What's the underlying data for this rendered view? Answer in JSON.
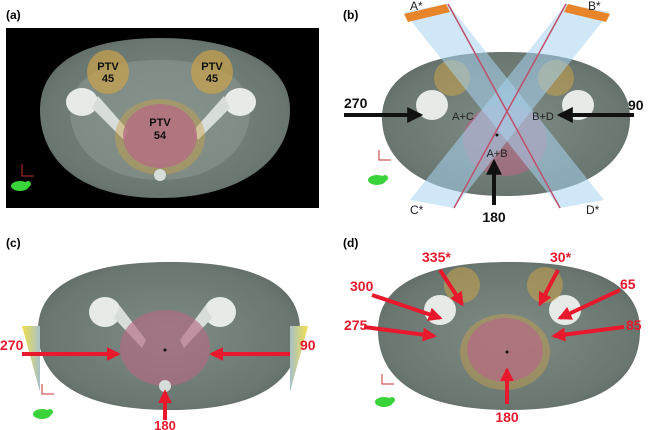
{
  "panels": {
    "a": {
      "label": "(a)",
      "ptv_left": [
        "PTV",
        "45"
      ],
      "ptv_right": [
        "PTV",
        "45"
      ],
      "ptv_center": [
        "PTV",
        "54"
      ]
    },
    "b": {
      "label": "(b)",
      "angle_left": "270",
      "angle_right": "90",
      "angle_bottom": "180",
      "region_left": "A+C",
      "region_right": "B+D",
      "region_center": "A+B",
      "beam_top_left": "A*",
      "beam_top_right": "B*",
      "beam_bottom_left": "C*",
      "beam_bottom_right": "D*"
    },
    "c": {
      "label": "(c)",
      "angle_left": "270",
      "angle_right": "90",
      "angle_bottom": "180"
    },
    "d": {
      "label": "(d)",
      "angles": {
        "a300": "300",
        "a335": "335*",
        "a30": "30*",
        "a65": "65",
        "a275": "275",
        "a85": "85",
        "a180": "180"
      }
    }
  },
  "colors": {
    "beam_arrow_red": "#e8192c",
    "ptv_pink": "#b46a84",
    "ptv_orange": "#c9a24a",
    "beam_blue": "#a8d4f0",
    "wedge_orange": "#e8852a"
  }
}
